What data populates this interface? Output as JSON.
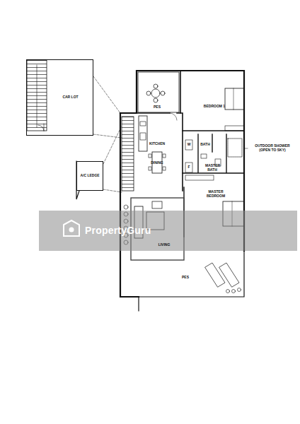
{
  "diagram": {
    "nodes": [
      {
        "text": [
          "CAR LOT"
        ]
      },
      {
        "text": [
          "A/C LEDGE"
        ]
      }
    ],
    "labels": [
      "PES",
      "BEDROOM 1",
      "KITCHEN",
      "DINING",
      "W",
      "BATH",
      "F",
      "OUTDOOR SHOWER (OPEN TO SKY)",
      "MASTER BATH",
      "MASTER BEDROOM",
      "LIVING",
      "PES",
      "PropertyGuru"
    ]
  }
}
